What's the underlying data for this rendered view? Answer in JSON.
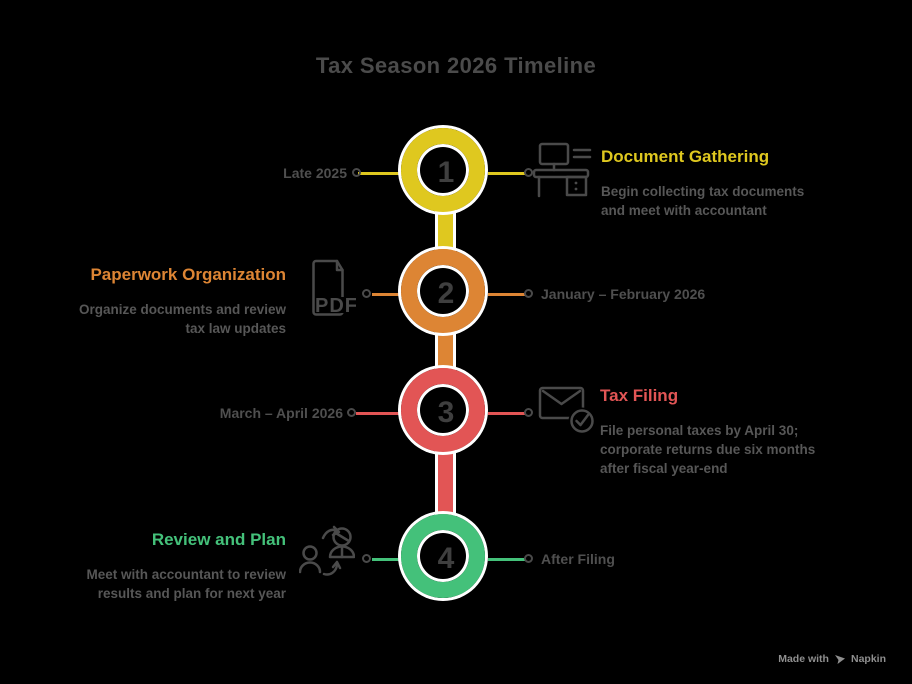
{
  "background": "#000000",
  "title": {
    "text": "Tax Season 2026 Timeline",
    "color": "#4B4B4B"
  },
  "steps": [
    {
      "number": "1",
      "color": "#DFC81F",
      "date": "Late 2025",
      "heading": "Document Gathering",
      "desc": [
        "Begin collecting tax documents",
        "and meet with accountant"
      ],
      "icon": "desk-computer-icon"
    },
    {
      "number": "2",
      "color": "#DD8534",
      "date": "January – February 2026",
      "heading": "Paperwork Organization",
      "desc": [
        "Organize documents and review",
        "tax law updates"
      ],
      "icon": "pdf-file-icon",
      "icon_text": "PDF"
    },
    {
      "number": "3",
      "color": "#E25555",
      "date": "March – April 2026",
      "heading": "Tax Filing",
      "desc": [
        "File personal taxes by April 30;",
        "corporate returns due six months",
        "after fiscal year-end"
      ],
      "icon": "envelope-check-icon"
    },
    {
      "number": "4",
      "color": "#44C17A",
      "date": "After Filing",
      "heading": "Review and Plan",
      "desc": [
        "Meet with accountant to review",
        "results and plan for next year"
      ],
      "icon": "people-review-icon"
    }
  ],
  "footer": {
    "made_with": "Made with",
    "brand": "Napkin"
  },
  "ui_colors": {
    "number_text": "#3F3F3F",
    "connector_dot": "#4A4A4A",
    "body_text": "#575757",
    "date_text": "#4F4F4F",
    "icon_stroke": "#4A4A4A",
    "footer_text": "#8F8F8F",
    "ring_outline": "#FFFFFF"
  }
}
